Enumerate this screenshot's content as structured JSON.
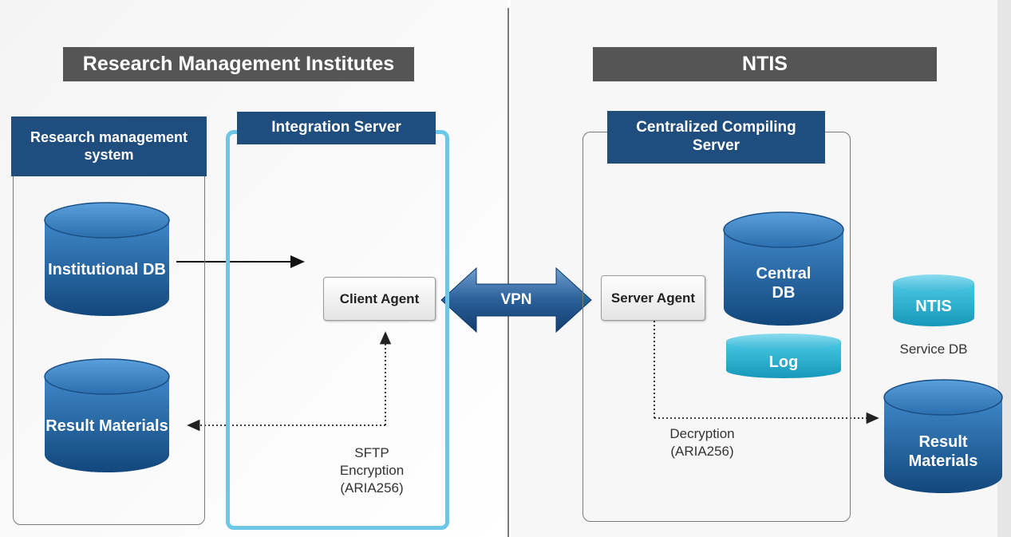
{
  "left_section": {
    "title": "Research Management Institutes",
    "research_system": {
      "label": "Research management system",
      "institutional_db": "Institutional DB",
      "result_materials": "Result Materials"
    },
    "integration_server": {
      "label": "Integration Server",
      "client_agent": "Client Agent",
      "sftp_note": [
        "SFTP",
        "Encryption",
        "(ARIA256)"
      ]
    }
  },
  "vpn_label": "VPN",
  "right_section": {
    "title": "NTIS",
    "compiling_server": {
      "label": "Centralized Compiling Server",
      "server_agent": "Server Agent",
      "central_db": "Central DB",
      "log": "Log",
      "decryption_note": [
        "Decryption",
        "(ARIA256)"
      ]
    },
    "ntis_db": "NTIS",
    "service_db_caption": "Service DB",
    "result_materials": "Result Materials"
  },
  "colors": {
    "header_gray": "#555555",
    "label_navy": "#1f4d7e",
    "db_blue": "#1e5e9a",
    "db_cyan": "#2eb4d2",
    "integration_border": "#6cc6e6"
  }
}
